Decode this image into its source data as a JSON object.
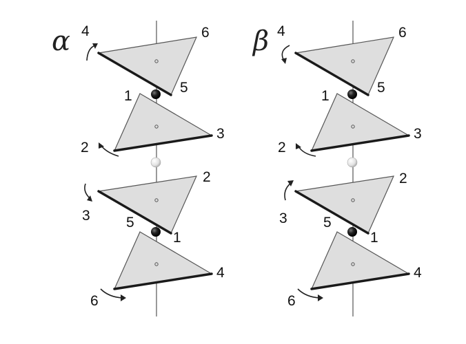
{
  "panels": [
    {
      "greek": "α",
      "labels": {
        "t1": [
          "4",
          "6",
          "5"
        ],
        "t2": [
          "1",
          "2",
          "3"
        ],
        "t3": [
          "3",
          "2",
          "1"
        ],
        "t4": [
          "5",
          "6",
          "4"
        ]
      }
    },
    {
      "greek": "β",
      "labels": {
        "t1": [
          "4",
          "6",
          "5"
        ],
        "t2": [
          "1",
          "2",
          "3"
        ],
        "t3": [
          "3",
          "2",
          "1"
        ],
        "t4": [
          "5",
          "6",
          "4"
        ]
      }
    }
  ],
  "colors": {
    "triangle_fill": "#dedede",
    "dark_atom": "#1a1a1a",
    "light_atom": "#e8e8e8"
  }
}
